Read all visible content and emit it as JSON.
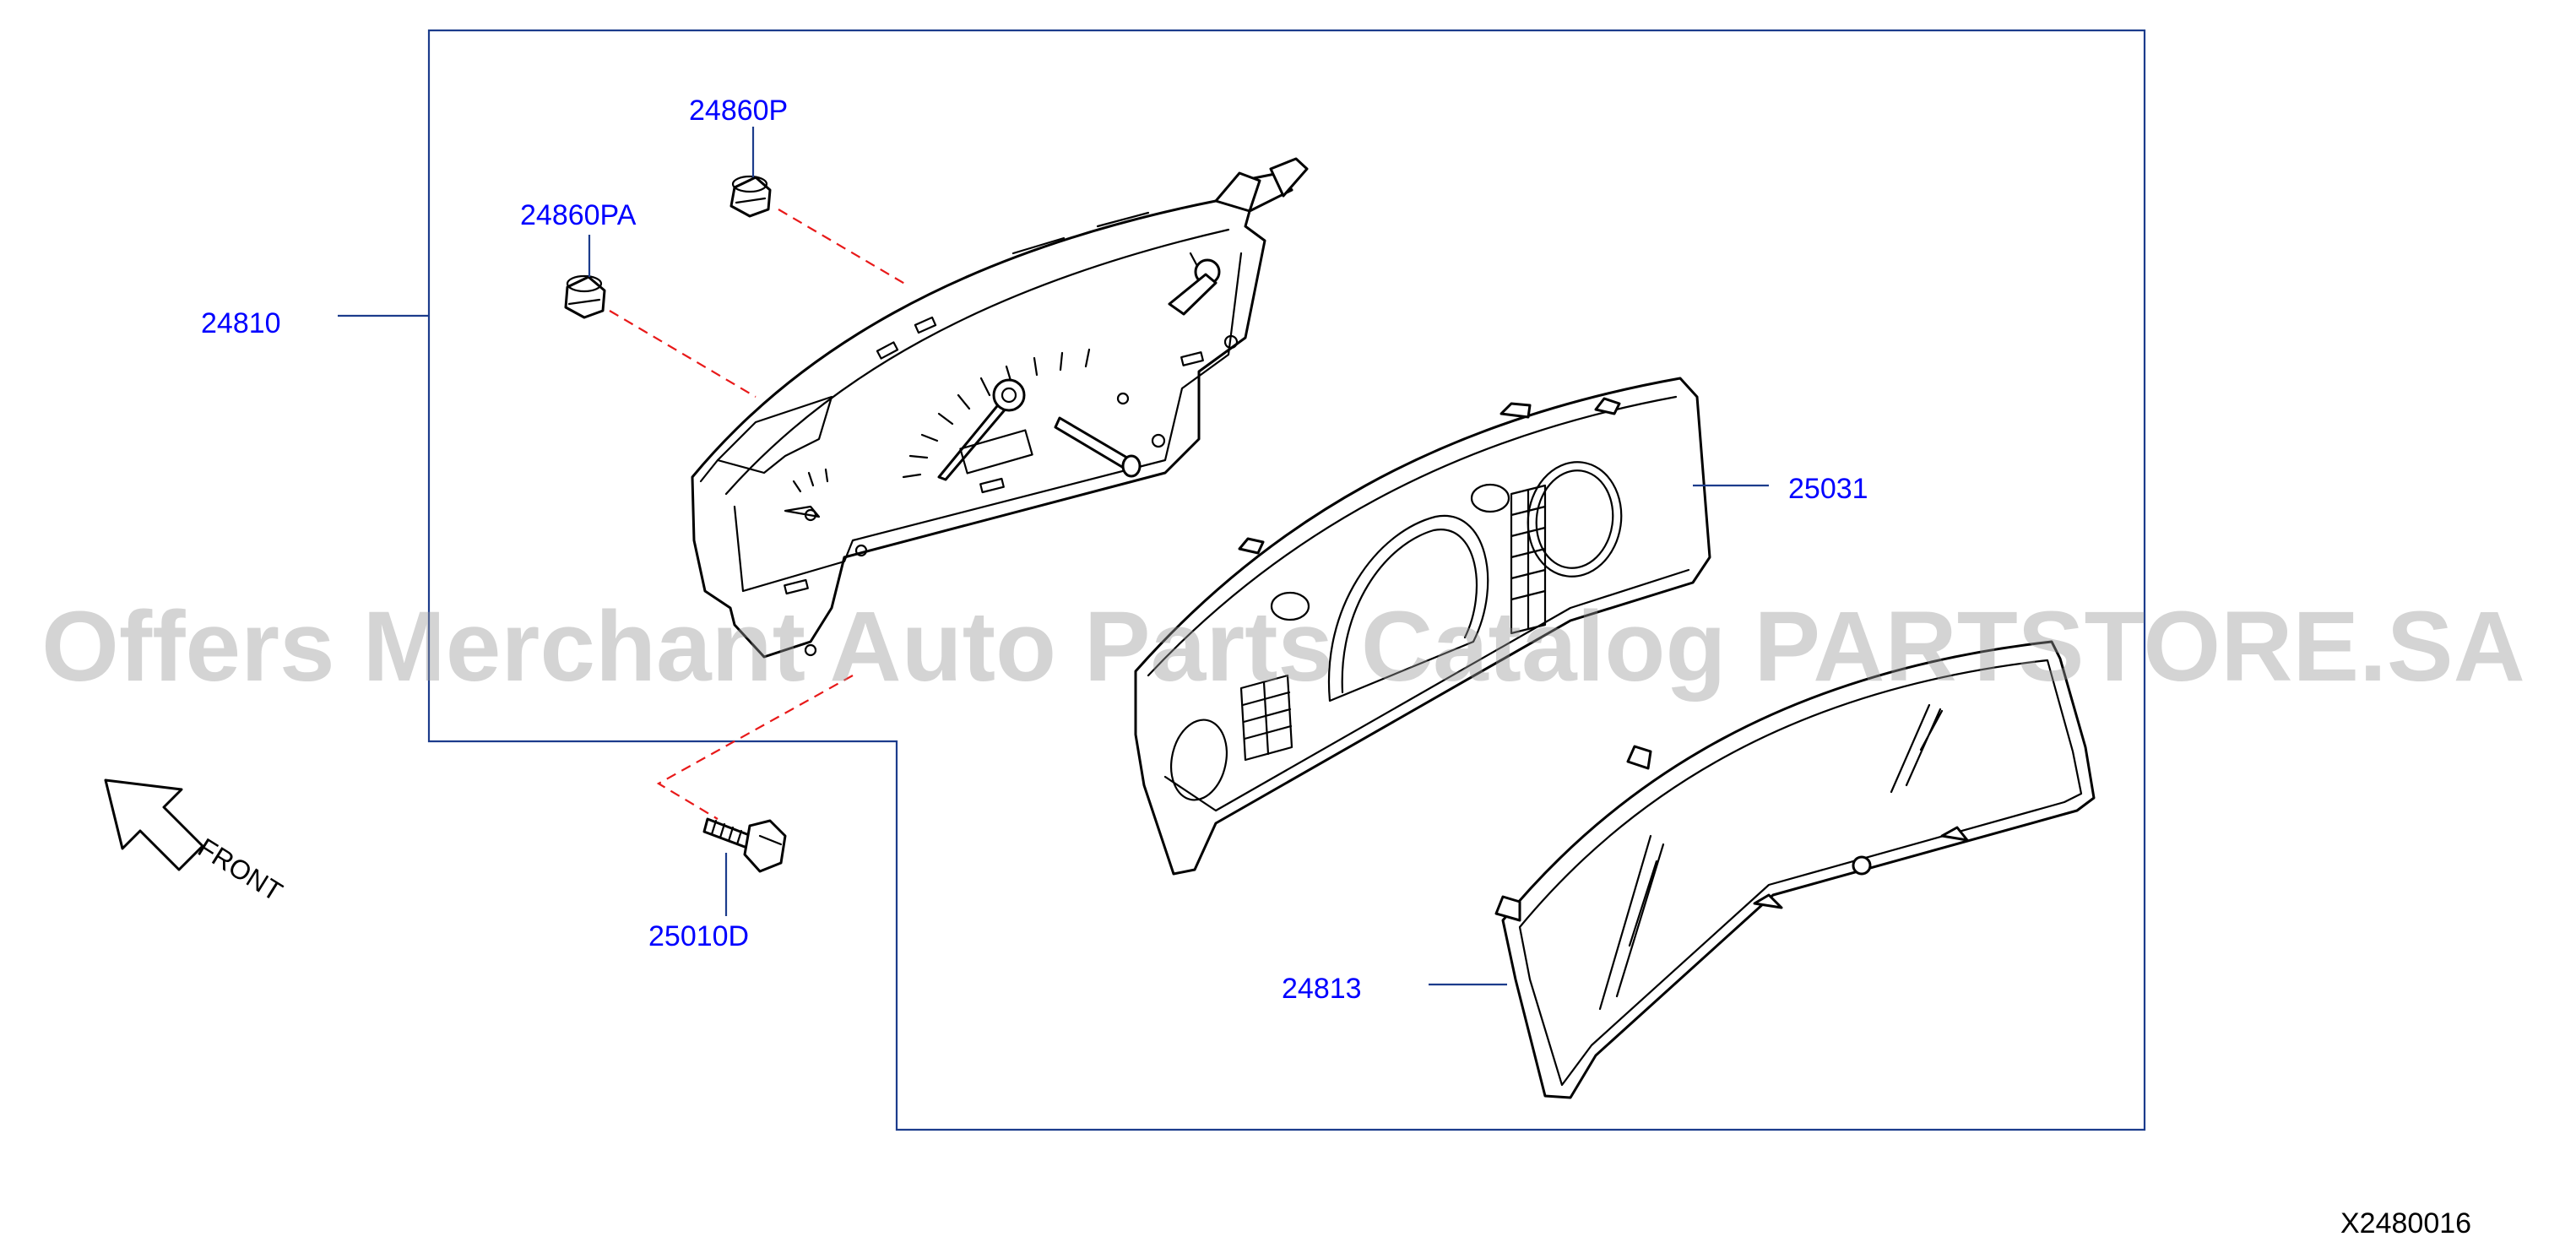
{
  "colors": {
    "callout_text": "#0000ff",
    "leader_line": "#1c3c8c",
    "dashed_guide": "#e81919",
    "watermark": "#9a9a9a",
    "line_art": "#000000",
    "background": "#ffffff"
  },
  "callouts": {
    "cluster": "24810",
    "bulb_upper": "24860P",
    "bulb_lower": "24860PA",
    "screw": "25010D",
    "finisher": "25031",
    "lens": "24813"
  },
  "front_indicator": {
    "label": "FRONT",
    "icon": "arrow-up-left-icon"
  },
  "diagram_id": "X2480016",
  "watermark": "Offers Merchant Auto Parts Catalog PARTSTORE.SA"
}
